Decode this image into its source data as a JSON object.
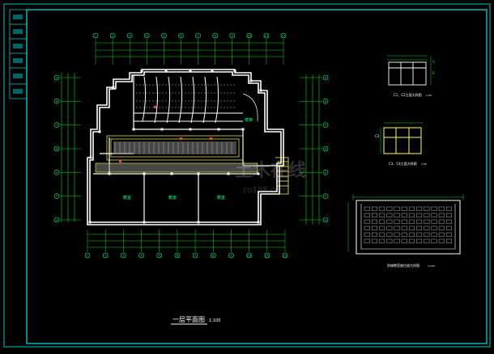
{
  "sheet": {
    "frame_color": "#00c8c8",
    "colors": {
      "dimension": "#00e000",
      "wall": "#ffffff",
      "stair": "#ffff40",
      "hatch": "#c0c0c0",
      "fill_grey": "#808080",
      "accent_red": "#ff4040",
      "bubble": "#00ff80",
      "magenta": "#ff40ff"
    }
  },
  "main_plan": {
    "title": "一层平面图",
    "scale": "1:100",
    "axis_top": [
      "1",
      "2",
      "3",
      "4",
      "5",
      "6",
      "7",
      "8",
      "9",
      "10",
      "11",
      "12"
    ],
    "axis_bottom": [
      "1",
      "2",
      "3",
      "4",
      "5",
      "6",
      "7",
      "8",
      "9",
      "10",
      "11",
      "12"
    ],
    "axis_left": [
      "A",
      "B",
      "C",
      "D",
      "E",
      "F",
      "G"
    ],
    "axis_right": [
      "A",
      "B",
      "C",
      "D",
      "E",
      "F",
      "G"
    ]
  },
  "window_detail_1": {
    "title": "C1、C2立面大样图",
    "scale": "1:50"
  },
  "window_detail_2": {
    "title": "C3、C4立面大样图",
    "scale": "1:50"
  },
  "seating_detail": {
    "title": "阶梯教室座位放大样图",
    "scale": "1:100"
  },
  "watermark": {
    "text": "土木在线",
    "subtext": "co188.com"
  }
}
